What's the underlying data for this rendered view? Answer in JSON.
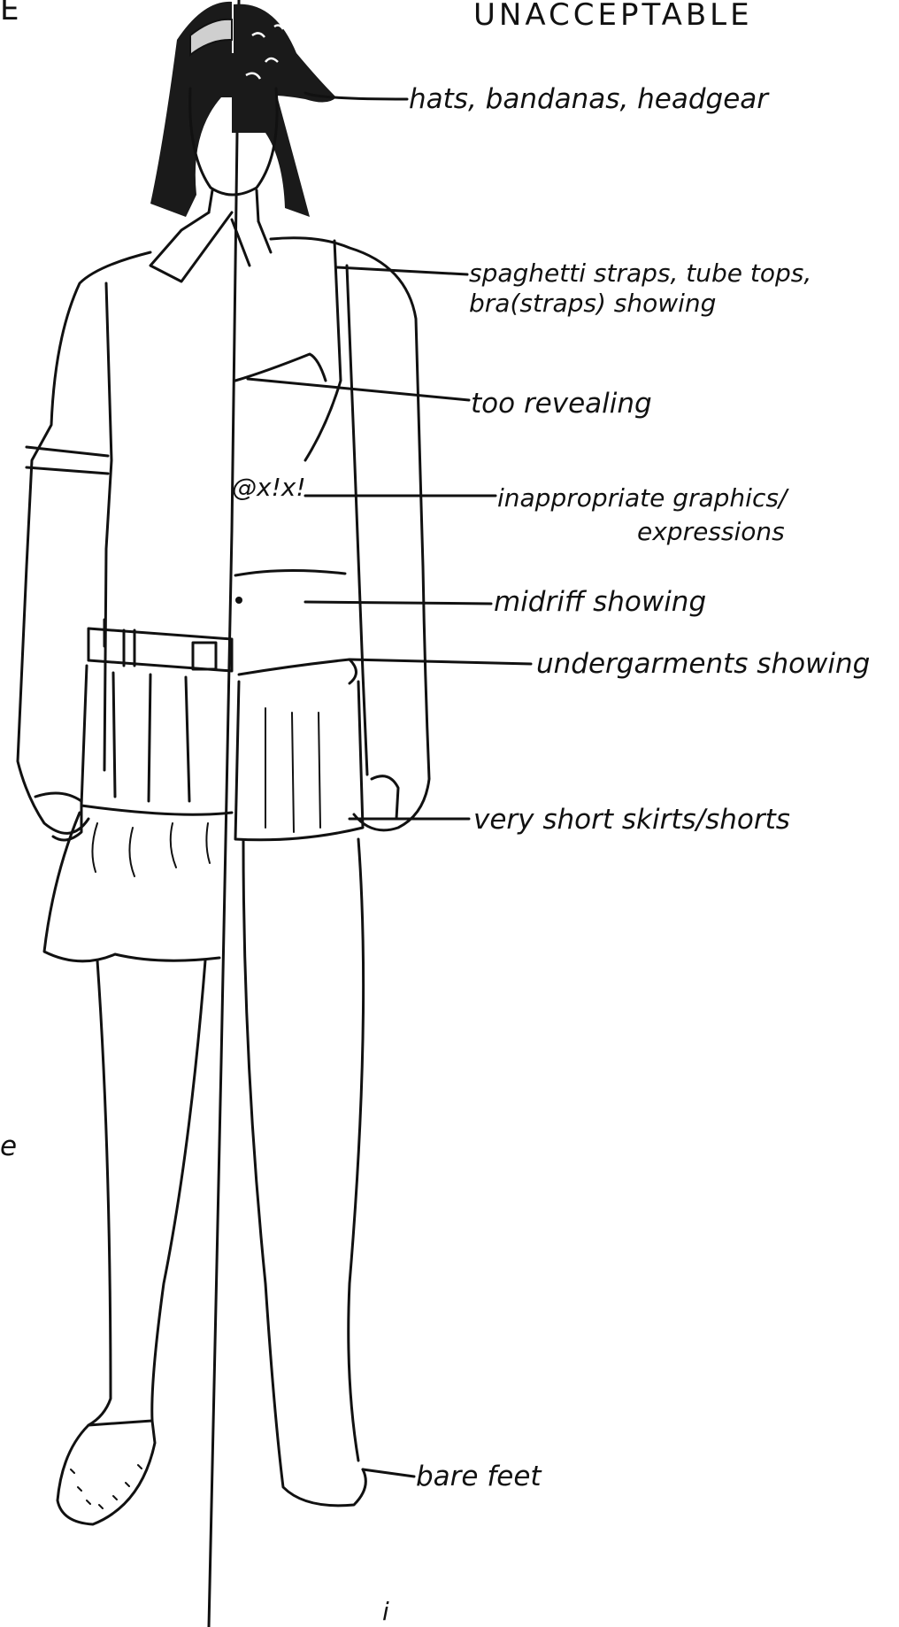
{
  "header": {
    "left_fragment": "E",
    "right_title": "UNACCEPTABLE"
  },
  "labels": {
    "headgear": "hats, bandanas, headgear",
    "straps_line1": "spaghetti straps, tube tops,",
    "straps_line2": "bra(straps) showing",
    "revealing": "too revealing",
    "graphics_line1": "inappropriate graphics/",
    "graphics_line2": "expressions",
    "midriff": "midriff showing",
    "undergarments": "undergarments showing",
    "skirts": "very short skirts/shorts",
    "feet": "bare feet"
  },
  "shirt_graphic": "@x!x!",
  "left_margin_fragment": "e",
  "footer_mark": "i",
  "colors": {
    "ink": "#111111",
    "background": "#ffffff"
  }
}
